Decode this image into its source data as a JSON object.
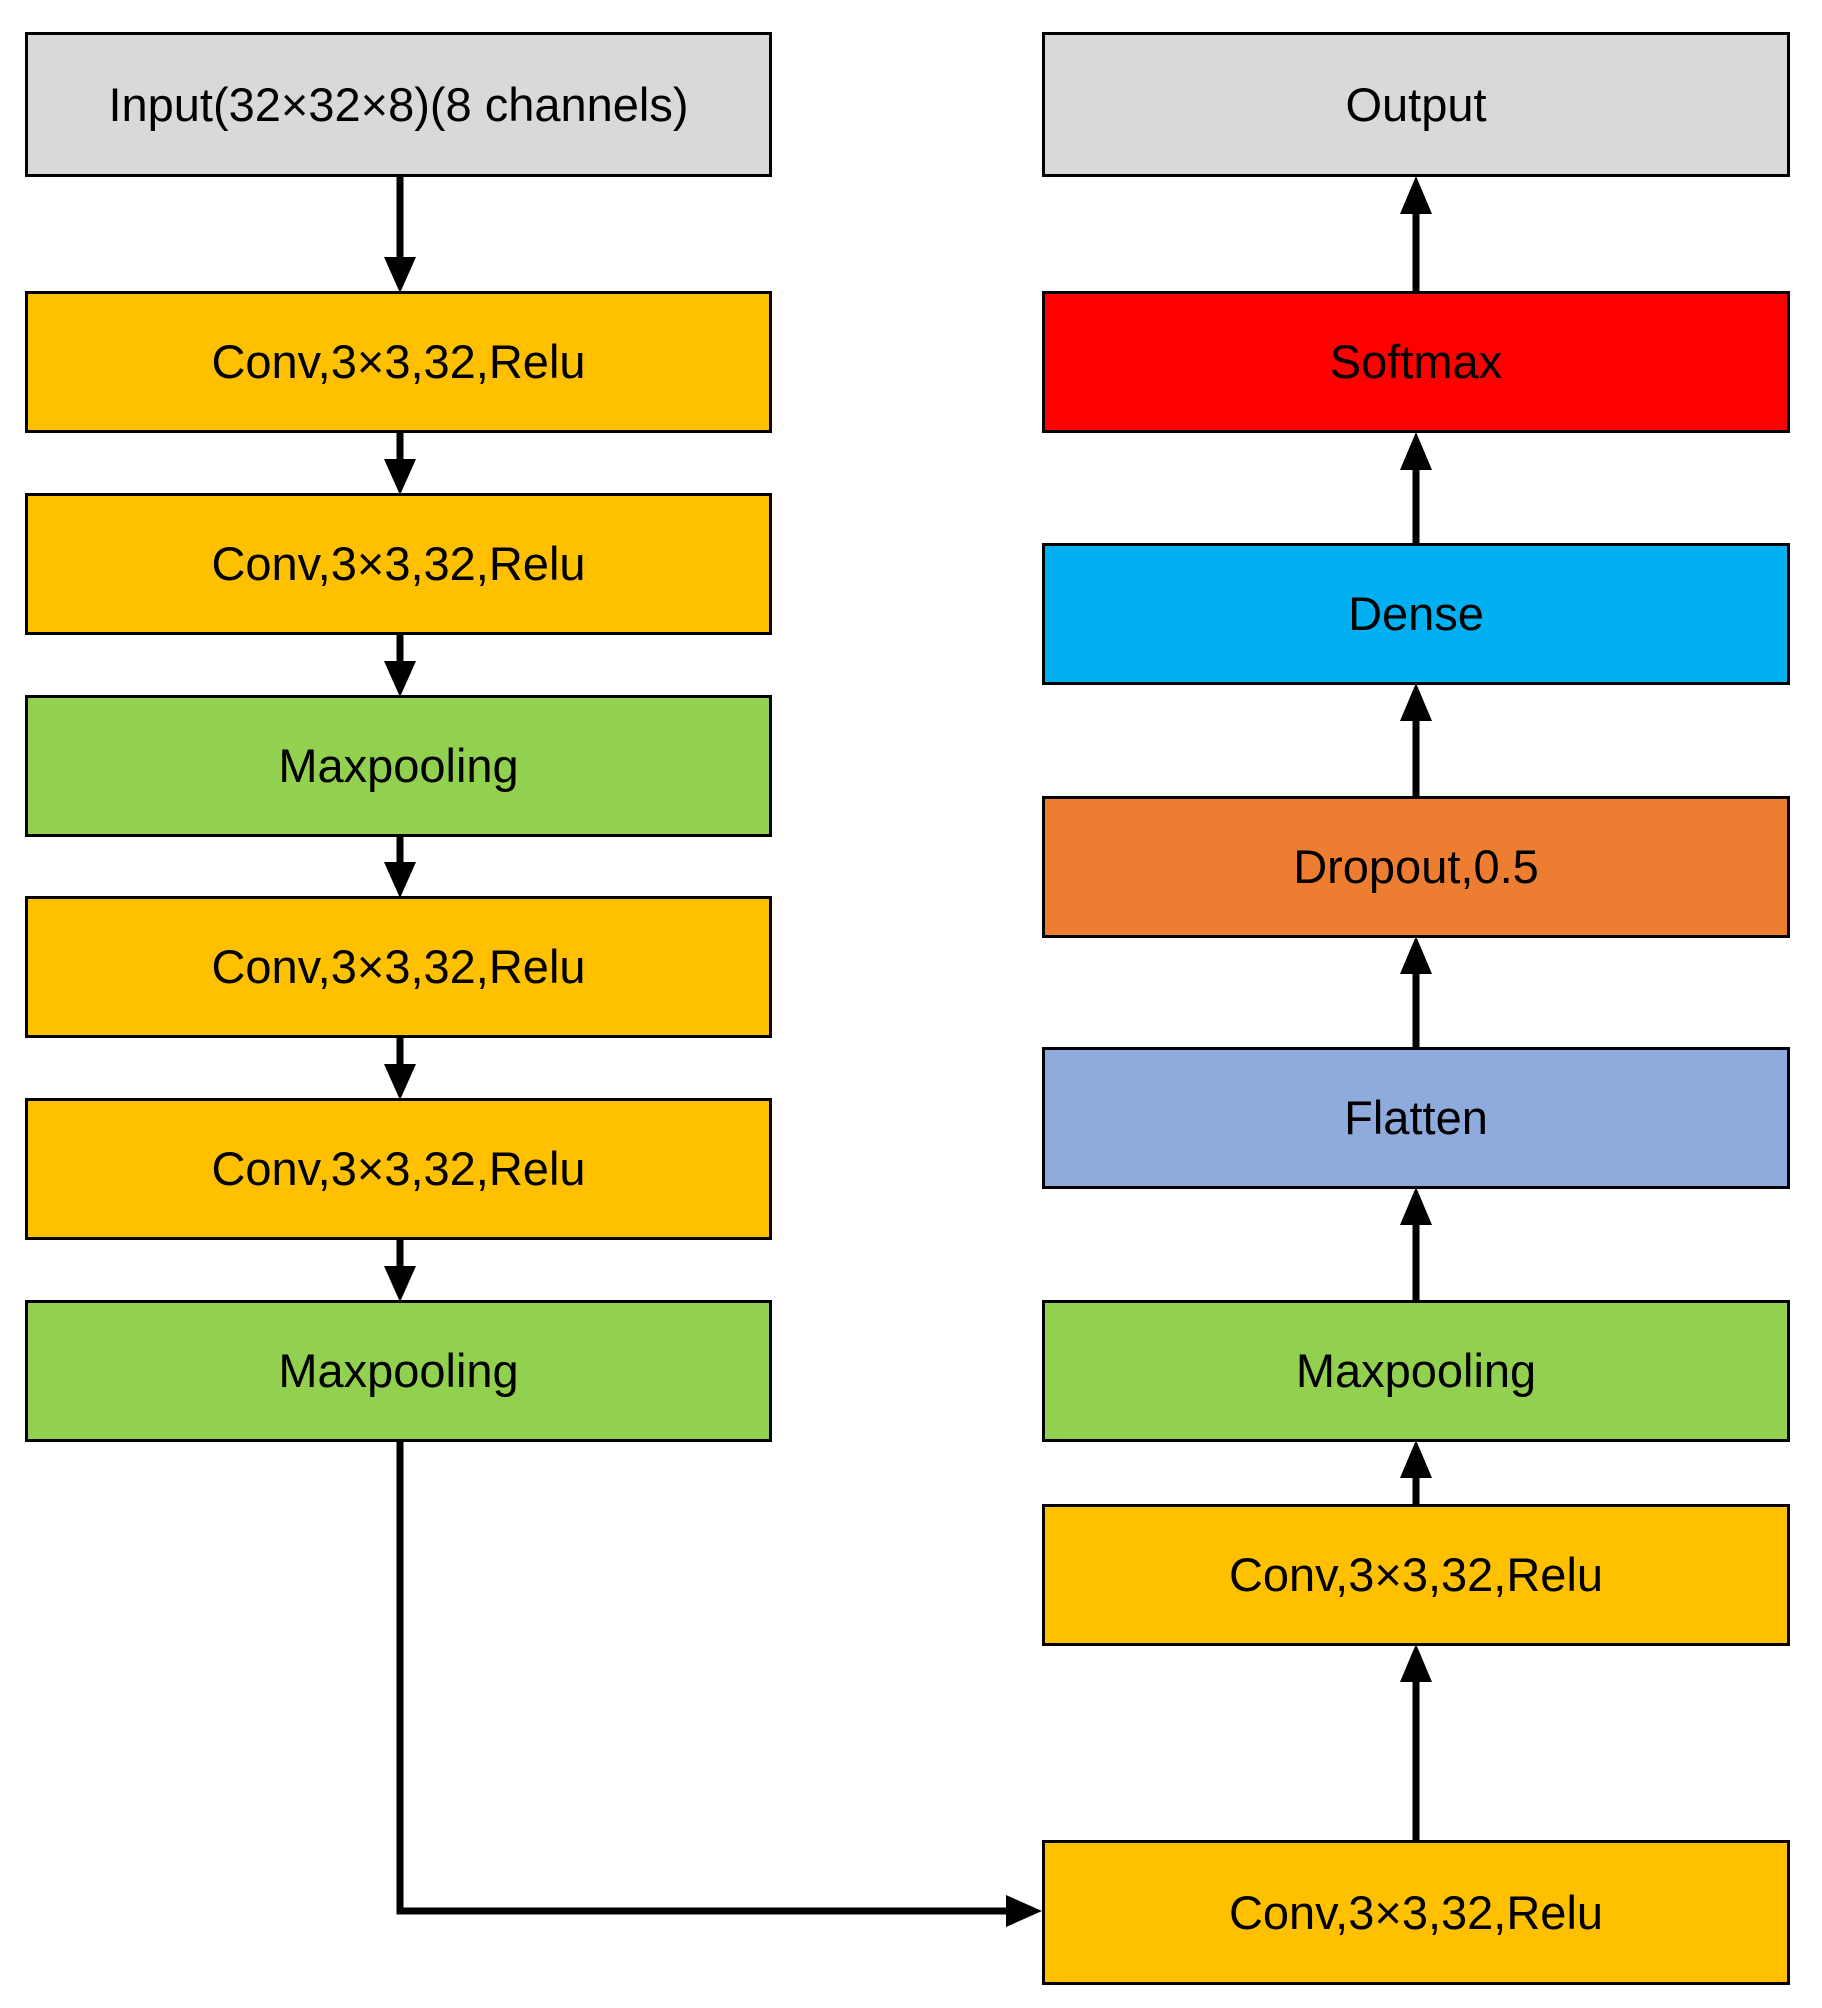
{
  "diagram": {
    "title": "CNN architecture block diagram",
    "background": "#FFFFFF",
    "stroke": "#000000",
    "palette": {
      "io": "#D9D9D9",
      "conv": "#FFC000",
      "pool": "#92D050",
      "flatten": "#8FAADC",
      "dropout": "#ED7D31",
      "dense": "#00B0F0",
      "softmax": "#FF0000"
    }
  },
  "left_column": {
    "nodes": [
      {
        "id": "input",
        "label": "Input(32×32×8)(8 channels)",
        "kind": "io",
        "fill": "#D9D9D9"
      },
      {
        "id": "conv1",
        "label": "Conv,3×3,32,Relu",
        "kind": "conv",
        "fill": "#FFC000"
      },
      {
        "id": "conv2",
        "label": "Conv,3×3,32,Relu",
        "kind": "conv",
        "fill": "#FFC000"
      },
      {
        "id": "pool1",
        "label": "Maxpooling",
        "kind": "pool",
        "fill": "#92D050"
      },
      {
        "id": "conv3",
        "label": "Conv,3×3,32,Relu",
        "kind": "conv",
        "fill": "#FFC000"
      },
      {
        "id": "conv4",
        "label": "Conv,3×3,32,Relu",
        "kind": "conv",
        "fill": "#FFC000"
      },
      {
        "id": "pool2",
        "label": "Maxpooling",
        "kind": "pool",
        "fill": "#92D050"
      }
    ]
  },
  "right_column": {
    "nodes": [
      {
        "id": "output",
        "label": "Output",
        "kind": "io",
        "fill": "#D9D9D9"
      },
      {
        "id": "softmax",
        "label": "Softmax",
        "kind": "softmax",
        "fill": "#FF0000"
      },
      {
        "id": "dense",
        "label": "Dense",
        "kind": "dense",
        "fill": "#00B0F0"
      },
      {
        "id": "dropout",
        "label": "Dropout,0.5",
        "kind": "dropout",
        "fill": "#ED7D31"
      },
      {
        "id": "flatten",
        "label": "Flatten",
        "kind": "flatten",
        "fill": "#8FAADC"
      },
      {
        "id": "pool3",
        "label": "Maxpooling",
        "kind": "pool",
        "fill": "#92D050"
      },
      {
        "id": "conv6",
        "label": "Conv,3×3,32,Relu",
        "kind": "conv",
        "fill": "#FFC000"
      },
      {
        "id": "conv5",
        "label": "Conv,3×3,32,Relu",
        "kind": "conv",
        "fill": "#FFC000"
      }
    ]
  },
  "connectors": {
    "left_down": [
      {
        "from": "input",
        "to": "conv1"
      },
      {
        "from": "conv1",
        "to": "conv2"
      },
      {
        "from": "conv2",
        "to": "pool1"
      },
      {
        "from": "pool1",
        "to": "conv3"
      },
      {
        "from": "conv3",
        "to": "conv4"
      },
      {
        "from": "conv4",
        "to": "pool2"
      }
    ],
    "bridge": {
      "from": "pool2",
      "to": "conv5",
      "shape": "elbow-right"
    },
    "right_up": [
      {
        "from": "conv5",
        "to": "conv6"
      },
      {
        "from": "conv6",
        "to": "pool3"
      },
      {
        "from": "pool3",
        "to": "flatten"
      },
      {
        "from": "flatten",
        "to": "dropout"
      },
      {
        "from": "dropout",
        "to": "dense"
      },
      {
        "from": "dense",
        "to": "softmax"
      },
      {
        "from": "softmax",
        "to": "output"
      }
    ]
  }
}
